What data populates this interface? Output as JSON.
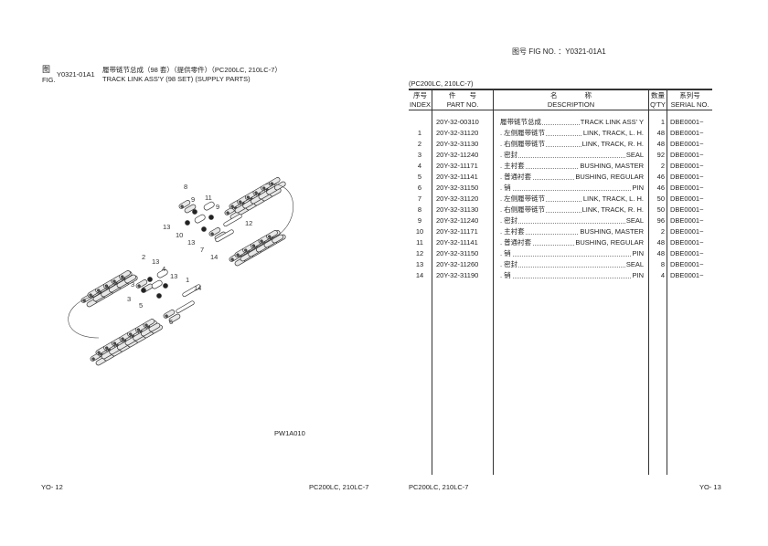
{
  "header": {
    "fig_no_label": "图号 FIG NO. ：Y0321-01A1",
    "fig_cn": "图",
    "fig_en": "FIG.",
    "fig_code": "Y0321-01A1",
    "title_cn": "履带链节总成（98 套）（提供零件）（PC200LC, 210LC-7）",
    "title_en": "TRACK LINK ASS'Y (98 SET) (SUPPLY PARTS)",
    "model_note": "(PC200LC, 210LC-7)"
  },
  "table": {
    "headers": {
      "index_cn": "序号",
      "index_en": "INDEX",
      "part_cn": "件　　号",
      "part_en": "PART NO.",
      "desc_cn": "名　　　　称",
      "desc_en": "DESCRIPTION",
      "qty_cn": "数量",
      "qty_en": "Q'TY",
      "serial_cn": "系列号",
      "serial_en": "SERIAL NO."
    },
    "rows": [
      {
        "index": "",
        "part": "20Y-32-00310",
        "desc_cn": "履带链节总成",
        "desc_en": "TRACK LINK ASS' Y",
        "qty": "1",
        "serial": "DBE0001~"
      },
      {
        "index": "1",
        "part": "20Y-32-31120",
        "desc_cn": ". 左侧履带链节",
        "desc_en": "LINK, TRACK, L. H.",
        "qty": "48",
        "serial": "DBE0001~"
      },
      {
        "index": "2",
        "part": "20Y-32-31130",
        "desc_cn": ". 右侧履带链节",
        "desc_en": "LINK, TRACK, R. H.",
        "qty": "48",
        "serial": "DBE0001~"
      },
      {
        "index": "3",
        "part": "20Y-32-11240",
        "desc_cn": ". 密封",
        "desc_en": "SEAL",
        "qty": "92",
        "serial": "DBE0001~"
      },
      {
        "index": "4",
        "part": "20Y-32-11171",
        "desc_cn": ". 主衬套",
        "desc_en": "BUSHING, MASTER",
        "qty": "2",
        "serial": "DBE0001~"
      },
      {
        "index": "5",
        "part": "20Y-32-11141",
        "desc_cn": ". 普通衬套",
        "desc_en": "BUSHING, REGULAR",
        "qty": "46",
        "serial": "DBE0001~"
      },
      {
        "index": "6",
        "part": "20Y-32-31150",
        "desc_cn": ". 销",
        "desc_en": "PIN",
        "qty": "46",
        "serial": "DBE0001~"
      },
      {
        "index": "7",
        "part": "20Y-32-31120",
        "desc_cn": ". 左侧履带链节",
        "desc_en": "LINK, TRACK, L. H.",
        "qty": "50",
        "serial": "DBE0001~"
      },
      {
        "index": "8",
        "part": "20Y-32-31130",
        "desc_cn": ". 右侧履带链节",
        "desc_en": "LINK, TRACK, R. H.",
        "qty": "50",
        "serial": "DBE0001~"
      },
      {
        "index": "9",
        "part": "20Y-32-11240",
        "desc_cn": ". 密封",
        "desc_en": "SEAL",
        "qty": "96",
        "serial": "DBE0001~"
      },
      {
        "index": "10",
        "part": "20Y-32-11171",
        "desc_cn": ". 主衬套",
        "desc_en": "BUSHING, MASTER",
        "qty": "2",
        "serial": "DBE0001~"
      },
      {
        "index": "11",
        "part": "20Y-32-11141",
        "desc_cn": ". 普通衬套",
        "desc_en": "BUSHING, REGULAR",
        "qty": "48",
        "serial": "DBE0001~"
      },
      {
        "index": "12",
        "part": "20Y-32-31150",
        "desc_cn": ". 销",
        "desc_en": "PIN",
        "qty": "48",
        "serial": "DBE0001~"
      },
      {
        "index": "13",
        "part": "20Y-32-11260",
        "desc_cn": ". 密封",
        "desc_en": "SEAL",
        "qty": "8",
        "serial": "DBE0001~"
      },
      {
        "index": "14",
        "part": "20Y-32-31190",
        "desc_cn": ". 销",
        "desc_en": "PIN",
        "qty": "4",
        "serial": "DBE0001~"
      }
    ]
  },
  "diagram": {
    "code": "PW1A010",
    "callouts": [
      "8",
      "9",
      "11",
      "9",
      "13",
      "10",
      "13",
      "7",
      "12",
      "14",
      "2",
      "13",
      "4",
      "13",
      "1",
      "14",
      "3",
      "5",
      "3",
      "6"
    ]
  },
  "footer": {
    "left_page": "YO- 12",
    "left_model": "PC200LC, 210LC-7",
    "right_model": "PC200LC, 210LC-7",
    "right_page": "YO- 13"
  }
}
